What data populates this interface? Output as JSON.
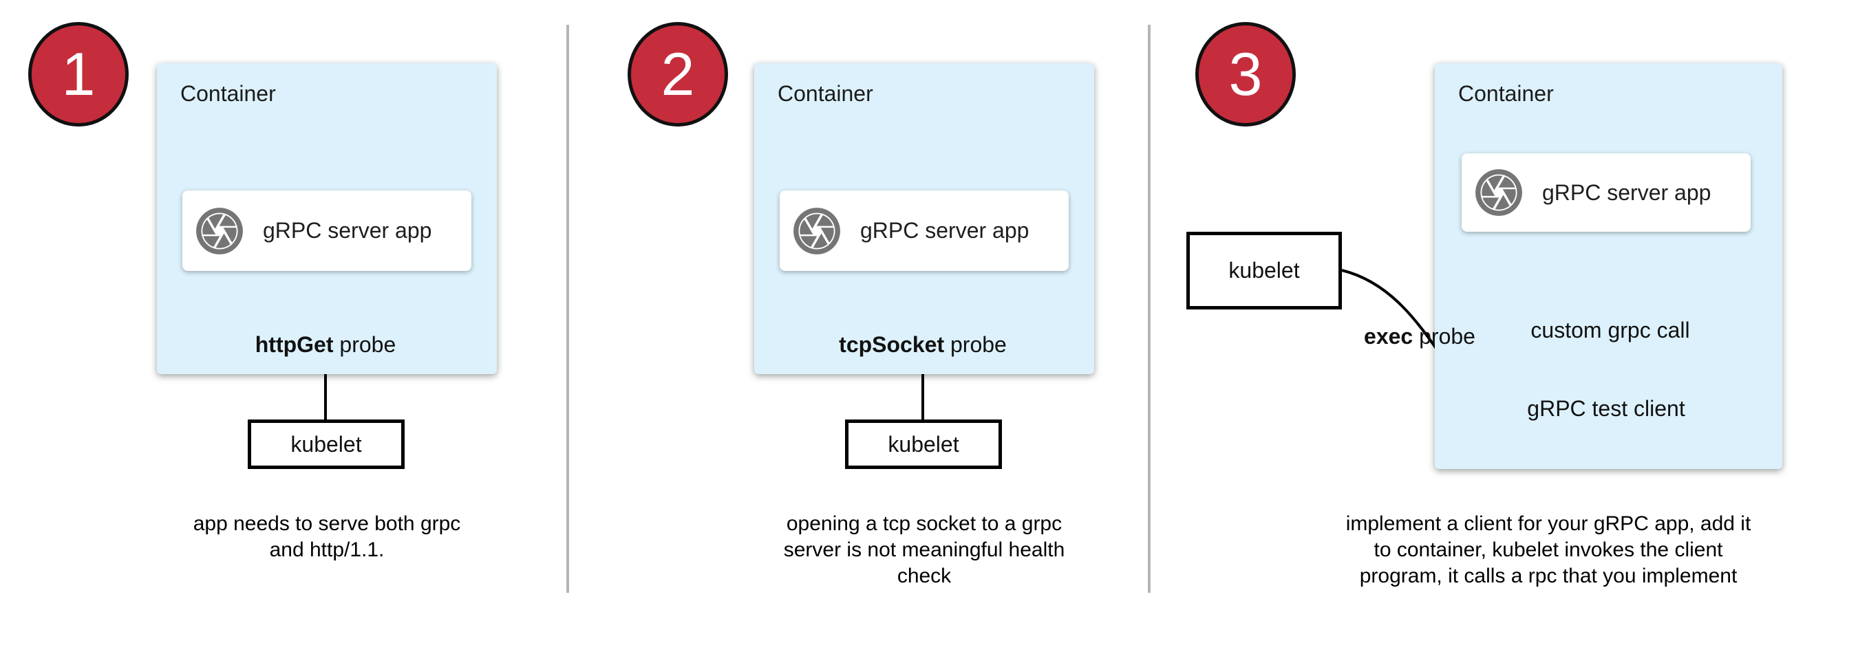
{
  "colors": {
    "container_fill": "#dcf1fb",
    "badge_red": "#c52d3c",
    "badge_border": "#111111",
    "icon_gray": "#757575",
    "divider": "#b5b5b5",
    "line": "#000000"
  },
  "panels": [
    {
      "number": "1",
      "container_label": "Container",
      "app_label": "gRPC server app",
      "probe_bold": "httpGet",
      "probe_rest": " probe",
      "kubelet_label": "kubelet",
      "caption": "app needs to serve both grpc\nand http/1.1."
    },
    {
      "number": "2",
      "container_label": "Container",
      "app_label": "gRPC server app",
      "probe_bold": "tcpSocket",
      "probe_rest": " probe",
      "kubelet_label": "kubelet",
      "caption": "opening a tcp socket to a grpc\nserver is not meaningful health\ncheck"
    },
    {
      "number": "3",
      "container_label": "Container",
      "app_label": "gRPC server app",
      "kubelet_label": "kubelet",
      "probe_bold": "exec",
      "probe_rest": " probe",
      "custom_call_label": "custom grpc call",
      "test_client_label": "gRPC test client",
      "caption": "implement a client for your gRPC app, add it\nto container, kubelet invokes the client\nprogram, it calls a rpc that you implement"
    }
  ]
}
